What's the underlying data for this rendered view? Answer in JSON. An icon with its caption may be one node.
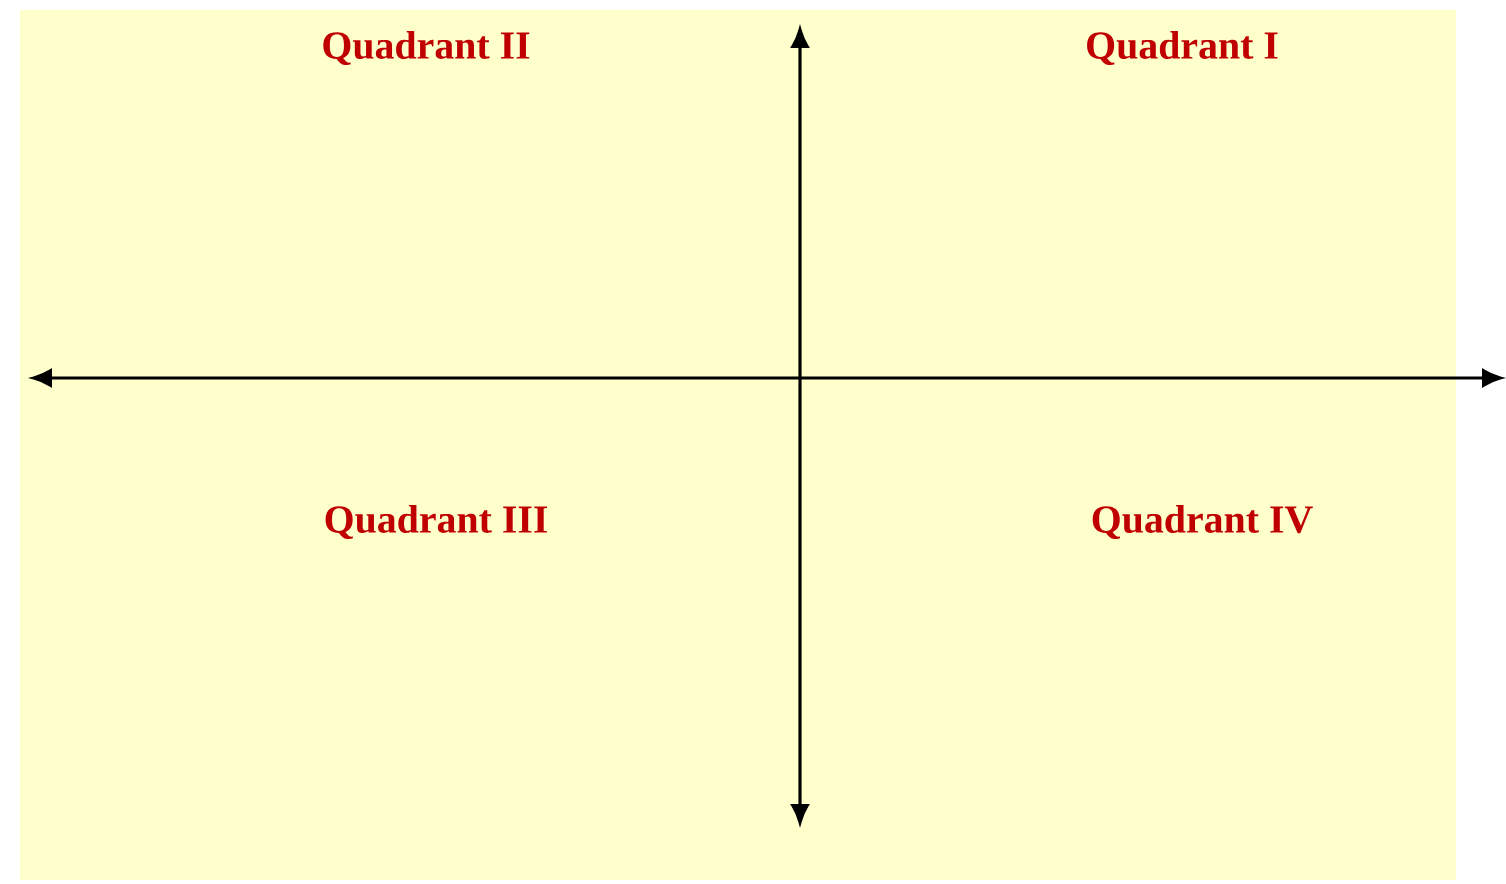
{
  "diagram": {
    "labels": [
      "Quadrant II",
      "Quadrant I",
      "Quadrant III",
      "Quadrant IV"
    ]
  }
}
